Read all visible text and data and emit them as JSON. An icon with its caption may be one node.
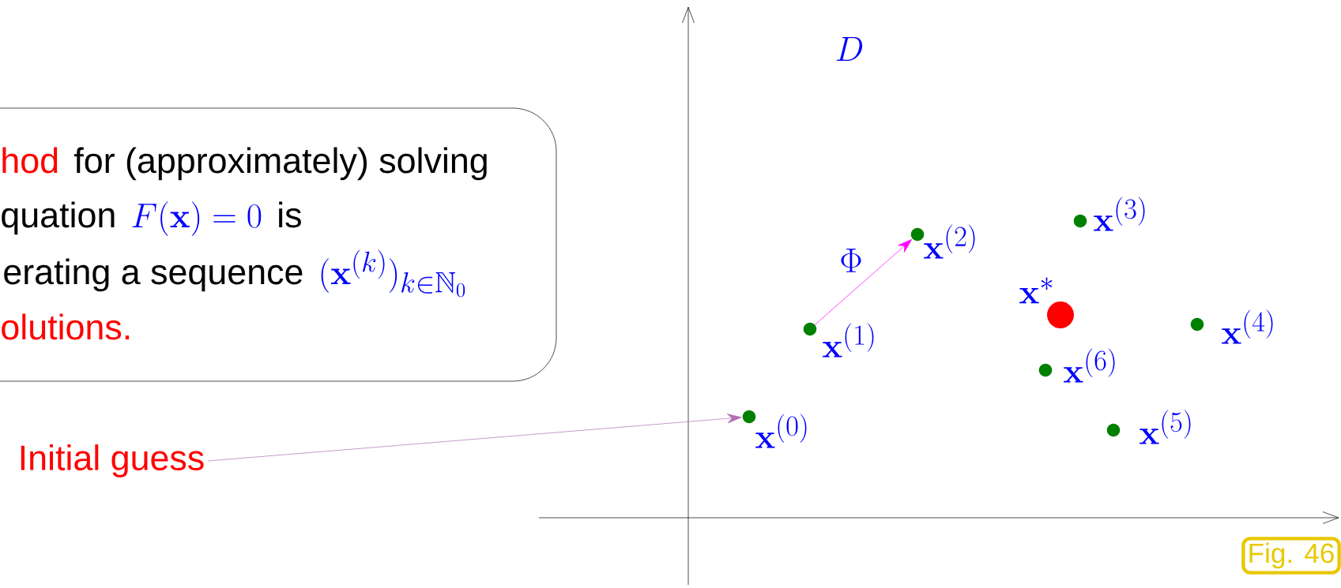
{
  "diagram": {
    "nodes": [
      {
        "text": [
          "hod",
          "for (approximately) solving",
          "quation",
          "F(\\mathbf{x})=0",
          "is",
          "erating a sequence",
          "(\\mathbf{x}^{(k)})_{k\\in\\mathbb{N}_0}",
          "olutions."
        ]
      },
      {
        "text": [
          "Initial guess"
        ]
      },
      {
        "text": [
          "\\mathbf{x}^{(0)}"
        ]
      },
      {
        "text": [
          "\\mathbf{x}^{(1)}"
        ]
      },
      {
        "text": [
          "\\mathbf{x}^{(2)}"
        ]
      },
      {
        "text": [
          "\\mathbf{x}^{(3)}"
        ]
      },
      {
        "text": [
          "\\mathbf{x}^{*}"
        ]
      },
      {
        "text": [
          "\\mathbf{x}^{(4)}"
        ]
      },
      {
        "text": [
          "\\mathbf{x}^{(6)}"
        ]
      },
      {
        "text": [
          "\\mathbf{x}^{(5)}"
        ]
      },
      {
        "text": [
          "Fig. 46"
        ]
      }
    ],
    "edges": [
      {
        "from": 1,
        "to": 2,
        "arrow": "to",
        "color": "#b070b0"
      },
      {
        "from": 3,
        "to": 4,
        "arrow": "to",
        "color": "#ff00ff",
        "label": "\\Phi"
      }
    ],
    "labels": [
      "D"
    ]
  }
}
